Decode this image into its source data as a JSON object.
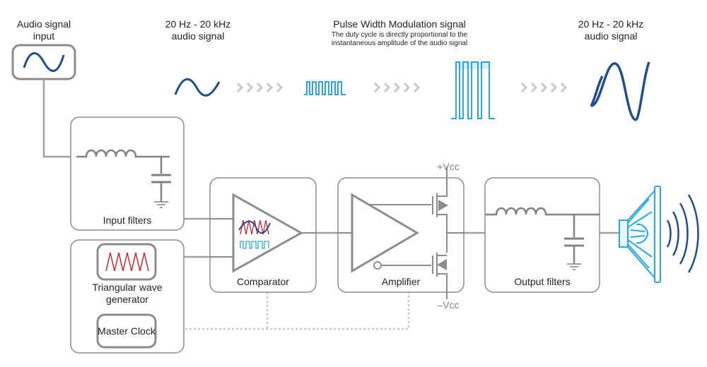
{
  "labels": {
    "audio_input": "Audio signal input",
    "audio_signal_1": "20 Hz - 20 kHz audio signal",
    "pwm_title": "Pulse Width Modulation signal",
    "pwm_note": "The duty cycle is directly proportional to the instantaneous amplitude of the audio signal",
    "audio_signal_2": "20 Hz - 20 kHz audio signal",
    "input_filters": "Input filters",
    "triangular_wave": "Triangular wave generator",
    "master_clock": "Master Clock",
    "comparator": "Comparator",
    "amplifier": "Amplifier",
    "output_filters": "Output filters",
    "vcc_pos": "+Vcc",
    "vcc_neg": "–Vcc"
  },
  "colors": {
    "box_stroke": "#8a8c8e",
    "wire": "#9d9fa2",
    "audio_wave": "#1f4e8c",
    "pwm_wave": "#29a8e0",
    "triangle_wave": "#d7232a",
    "chevron": "#c7c8ca"
  },
  "icons": [
    "sine-wave-icon",
    "chevron-arrow-icon",
    "pwm-wave-icon",
    "inductor-icon",
    "capacitor-icon",
    "ground-icon",
    "comparator-triangle-icon",
    "amplifier-triangle-icon",
    "transistor-icon",
    "speaker-icon",
    "sound-wave-icon"
  ]
}
